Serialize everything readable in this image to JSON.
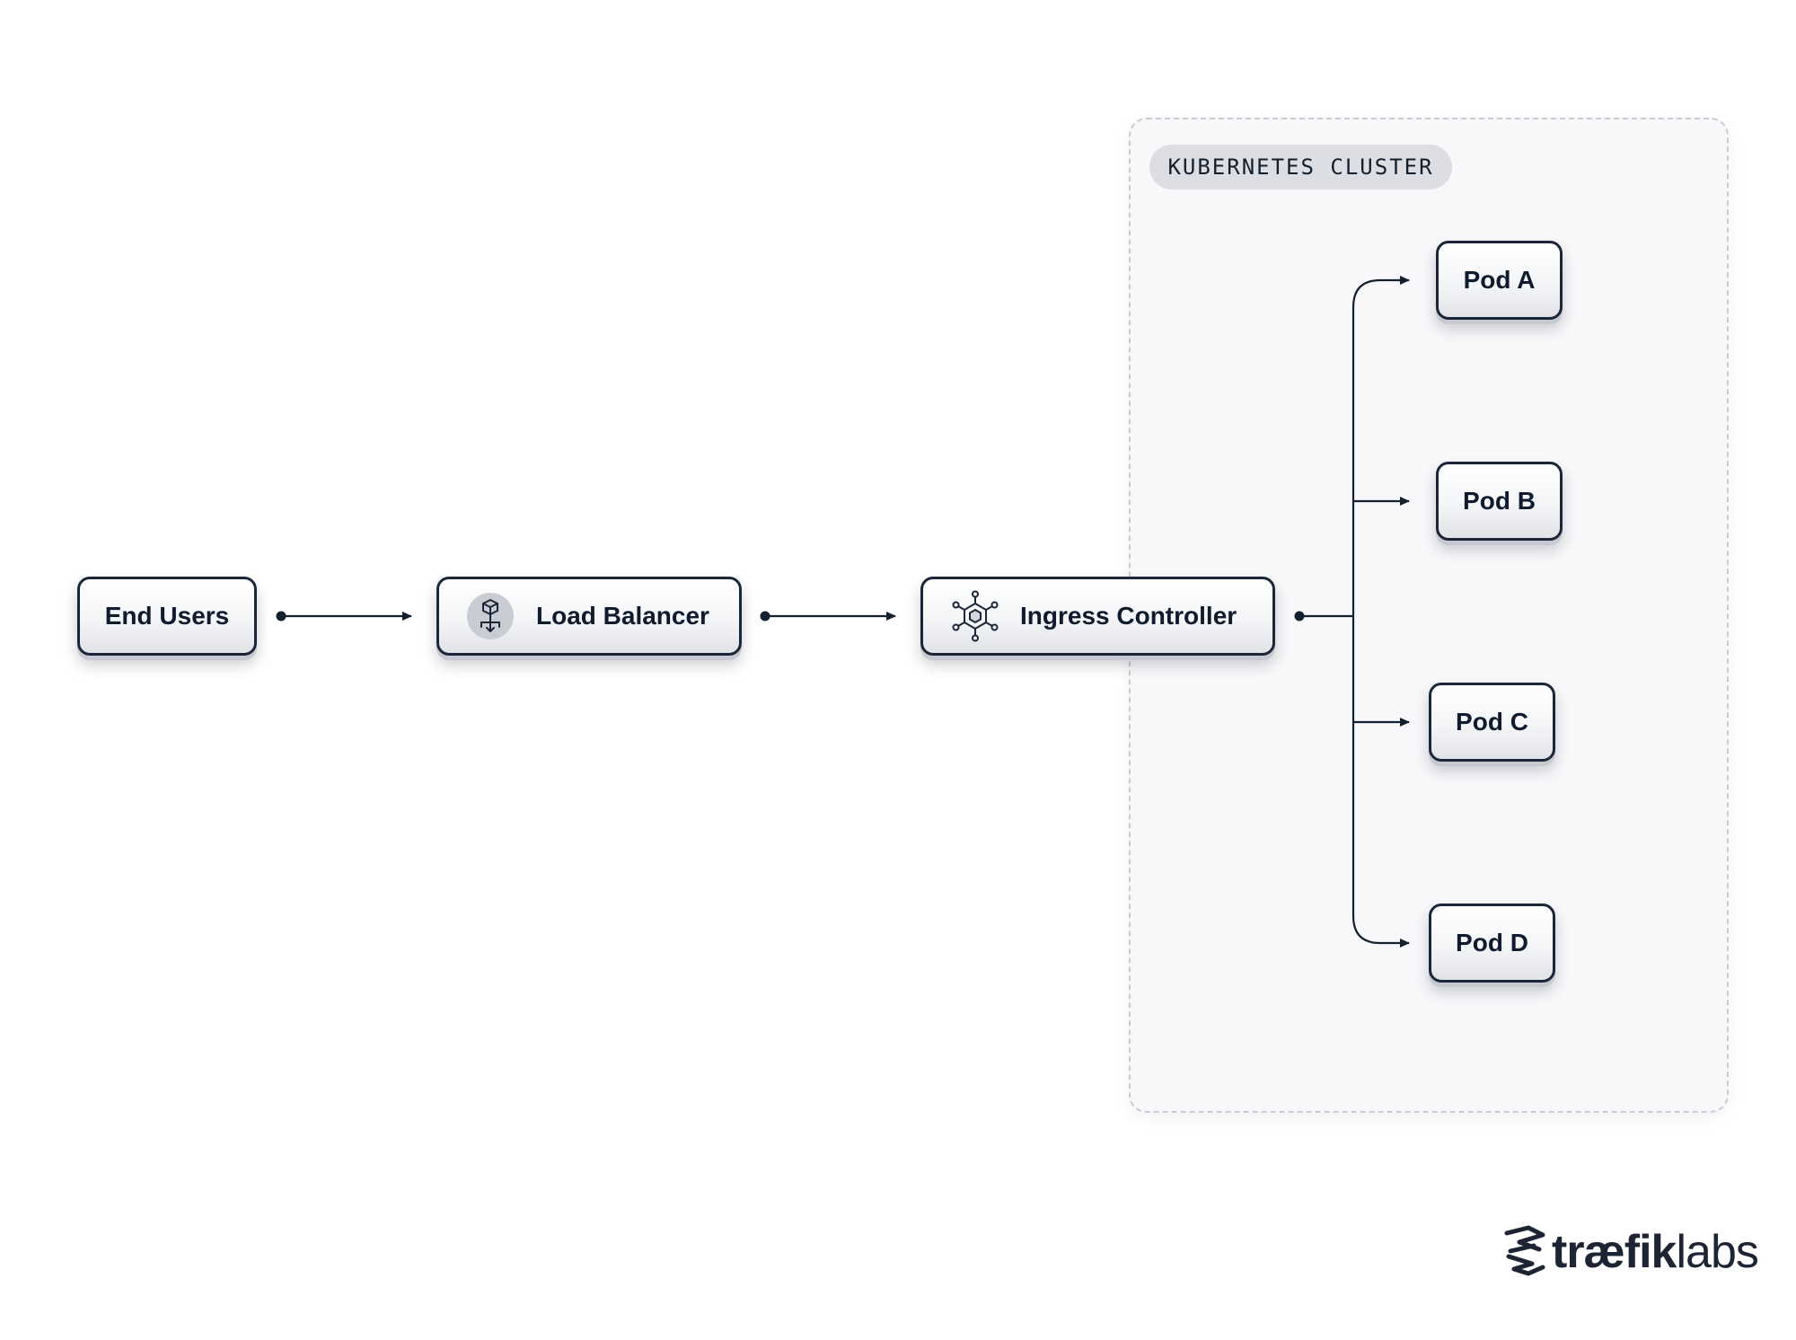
{
  "cluster": {
    "label": "KUBERNETES CLUSTER"
  },
  "nodes": {
    "end_users": "End Users",
    "load_balancer": {
      "label": "Load Balancer",
      "icon": "load-balancer-icon"
    },
    "ingress_controller": {
      "label": "Ingress Controller",
      "icon": "ingress-hub-icon"
    }
  },
  "pods": [
    "Pod A",
    "Pod B",
    "Pod C",
    "Pod D"
  ],
  "logo": {
    "text": "træfiklabs",
    "text_bold": "træfik",
    "text_light": "labs",
    "icon": "traefik-logo-icon"
  },
  "colors": {
    "line": "#15202f",
    "node_border": "#1b2638",
    "cluster_bg": "#f8f8fa",
    "cluster_border": "#c9ccd3",
    "label_pill": "#dcdee3"
  }
}
